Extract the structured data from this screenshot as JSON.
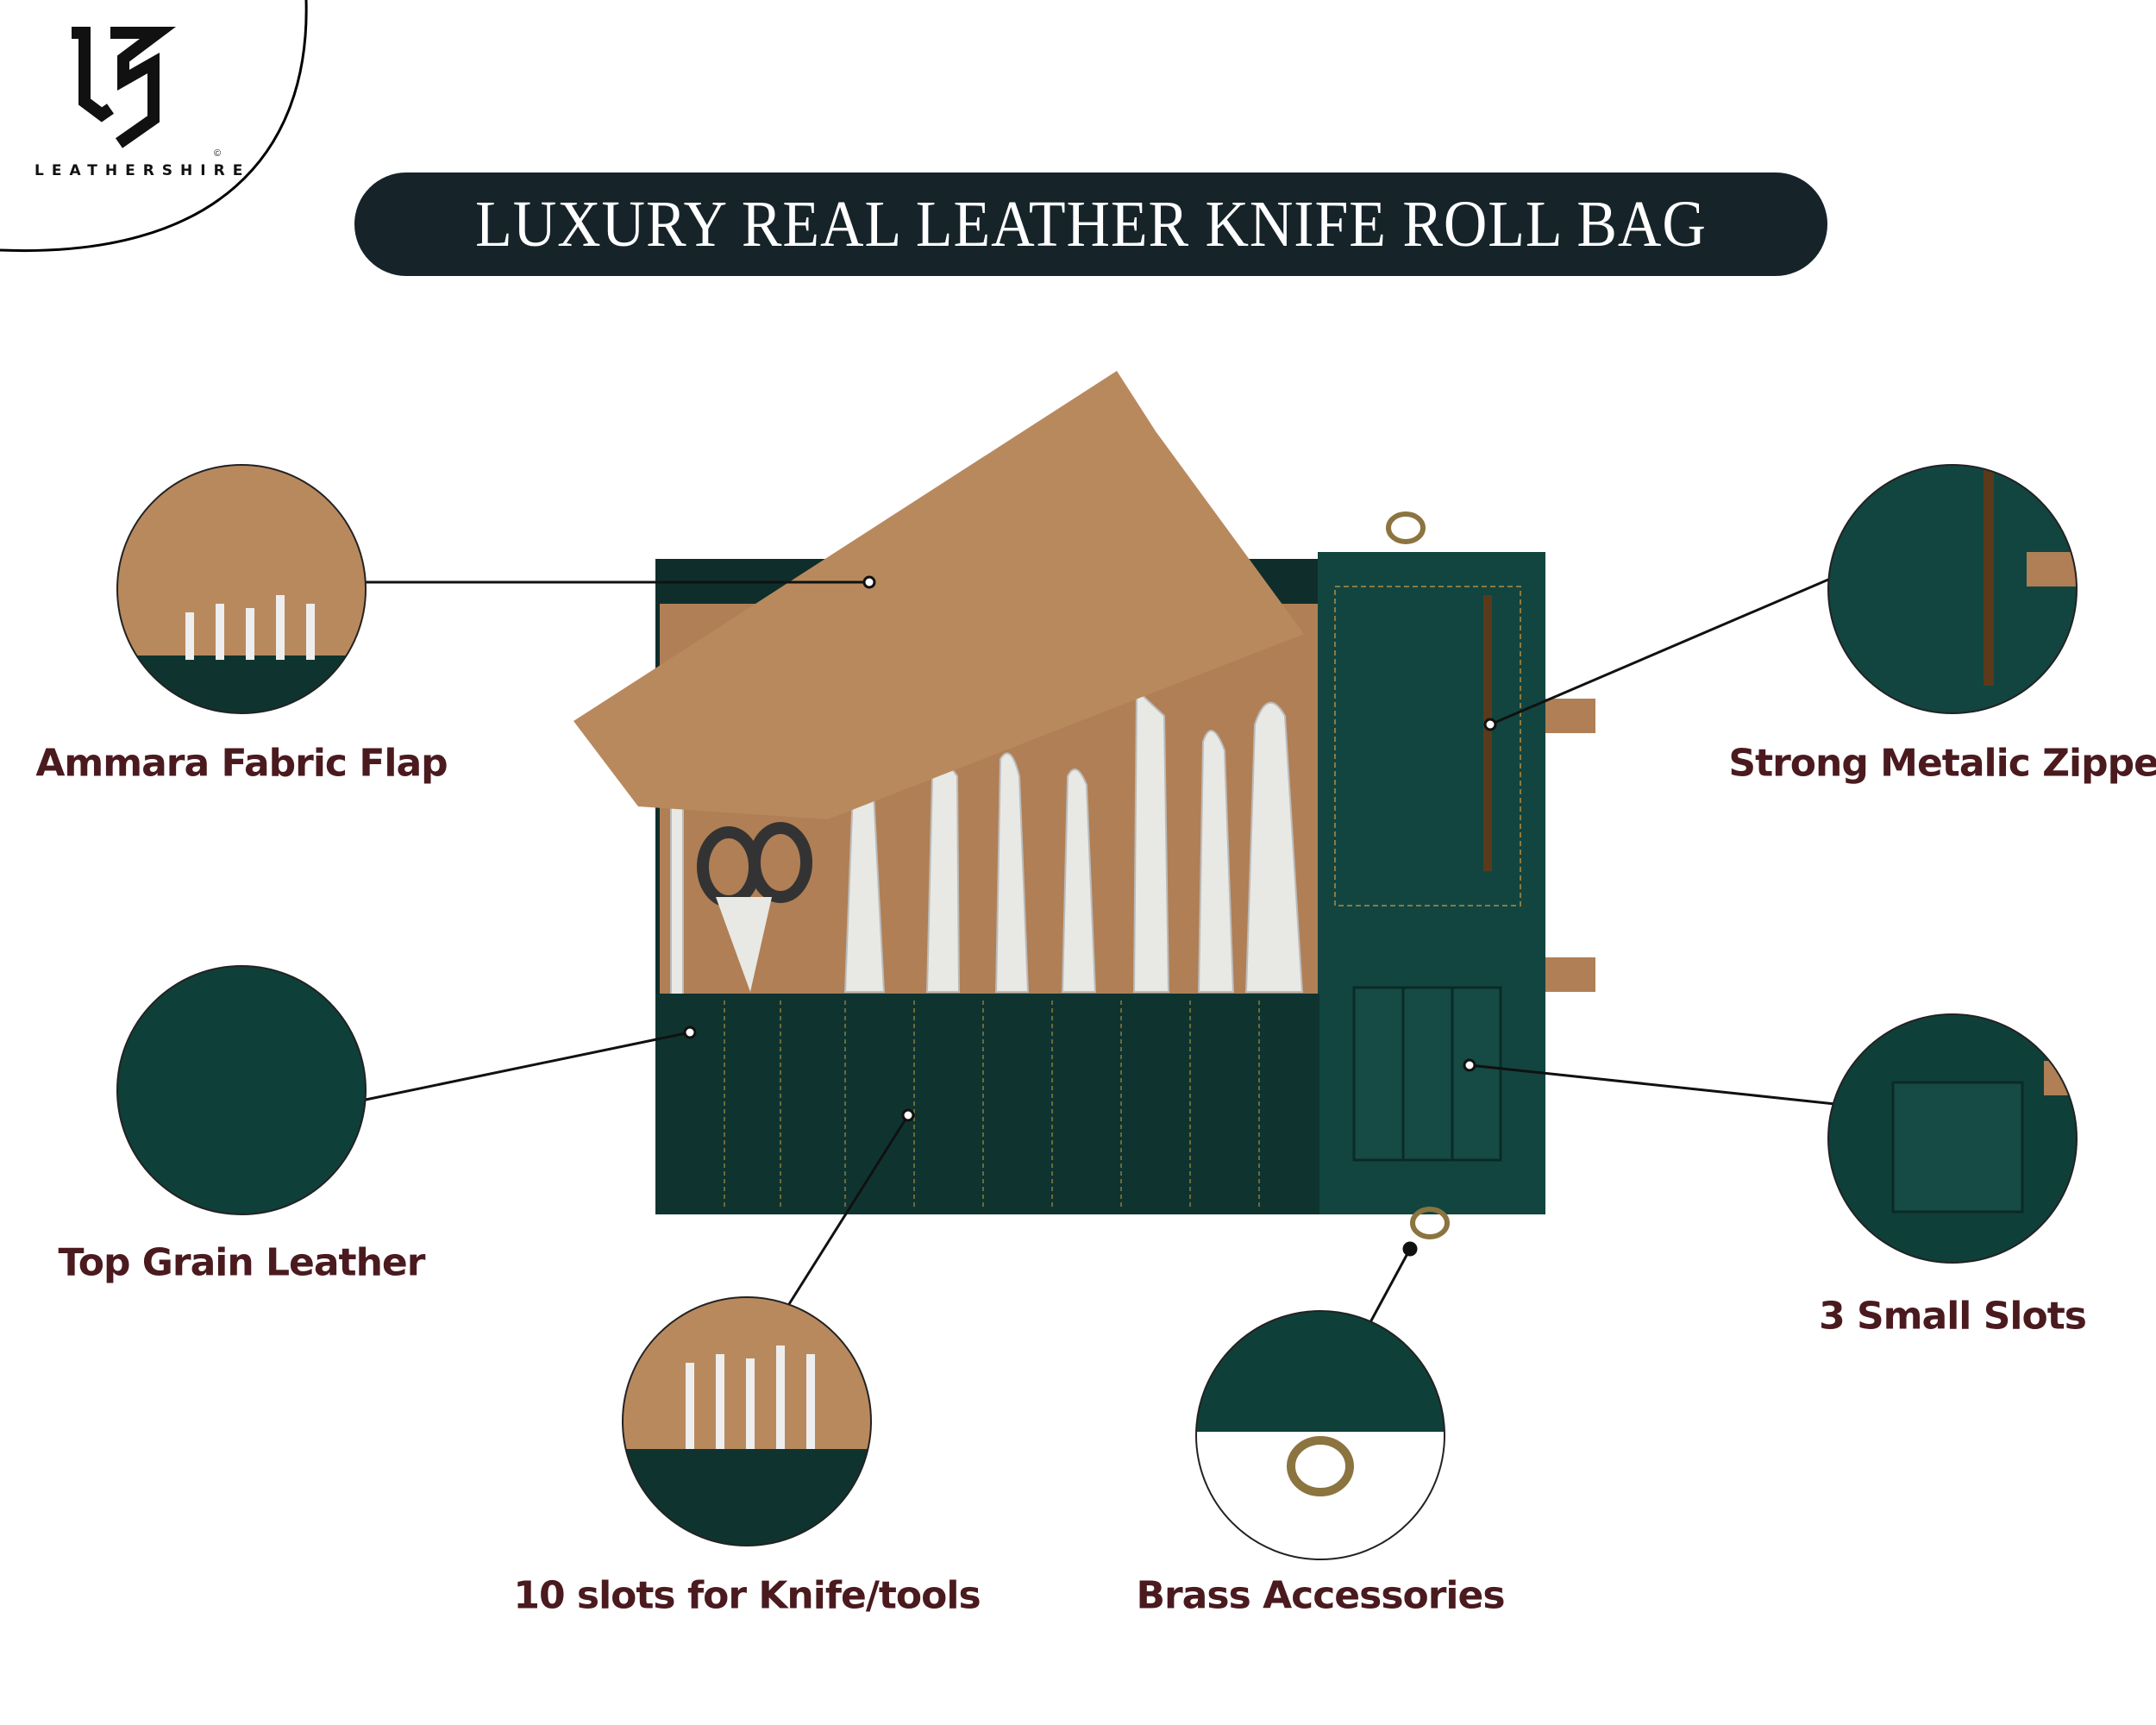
{
  "brand": {
    "name": "LEATHERSHIRE",
    "mark": "©"
  },
  "title": "LUXURY REAL LEATHER KNIFE ROLL BAG",
  "features": [
    {
      "label": "Ammara Fabric Flap"
    },
    {
      "label": "Top Grain Leather"
    },
    {
      "label": "10 slots for Knife/tools"
    },
    {
      "label": "Brass Accessories"
    },
    {
      "label": "3 Small Slots"
    },
    {
      "label": "Strong Metalic Zipper"
    }
  ],
  "colors": {
    "title_bg": "#16242a",
    "label": "#4a1a1f",
    "leather_green": "#12403a",
    "suede_tan": "#b8875a"
  }
}
